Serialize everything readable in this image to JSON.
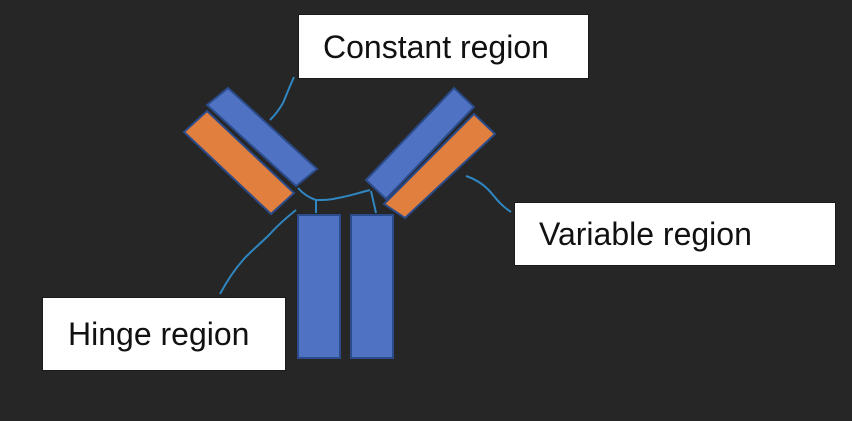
{
  "labels": {
    "constant_region": "Constant region",
    "variable_region": "Variable region",
    "hinge_region": "Hinge region"
  },
  "colors": {
    "background": "#262626",
    "constant_blue": "#4f72c2",
    "variable_orange": "#e07f3e",
    "outline": "#2b4b8a",
    "leader_line": "#2f86c0"
  }
}
